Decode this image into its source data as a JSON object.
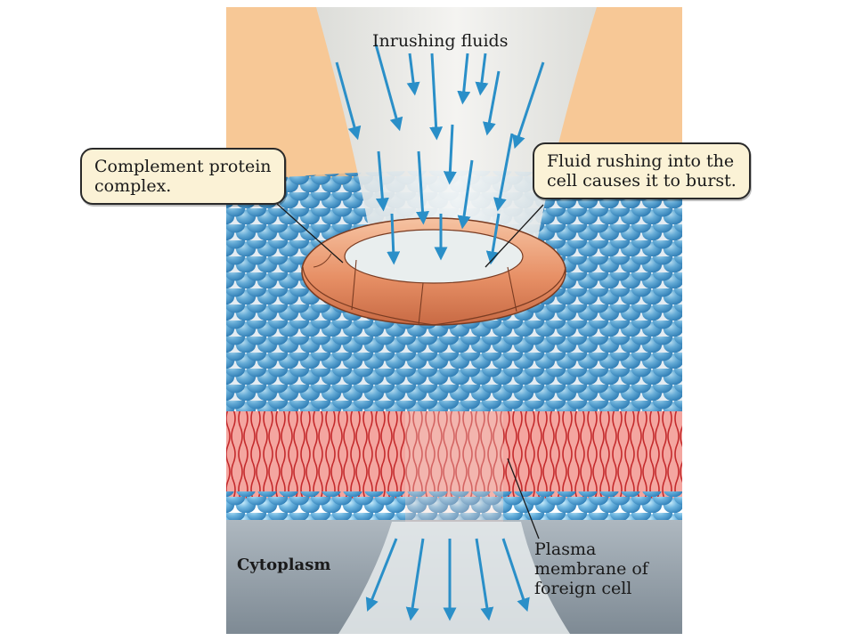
{
  "labels": {
    "inrushing_fluids": "Inrushing fluids",
    "complement_line1": "Complement protein",
    "complement_line2": "complex.",
    "burst_line1": "Fluid rushing into the",
    "burst_line2": "cell causes it to burst.",
    "plasma_line1": "Plasma",
    "plasma_line2": "membrane of",
    "plasma_line3": "foreign cell",
    "cytoplasm": "Cytoplasm"
  },
  "colors": {
    "background_peach": "#f7c896",
    "funnel_fluid": "#e8ecec",
    "phospholipid_head": "#5aa8d8",
    "phospholipid_head_light": "#a8d8f0",
    "lipid_core": "#f4a6a0",
    "lipid_tail": "#c8282c",
    "complement_ring": "#e8956a",
    "arrow": "#2a8fc8",
    "callout_fill": "#fbf2d6",
    "cytoplasm_gray": "#9aa4ac"
  }
}
